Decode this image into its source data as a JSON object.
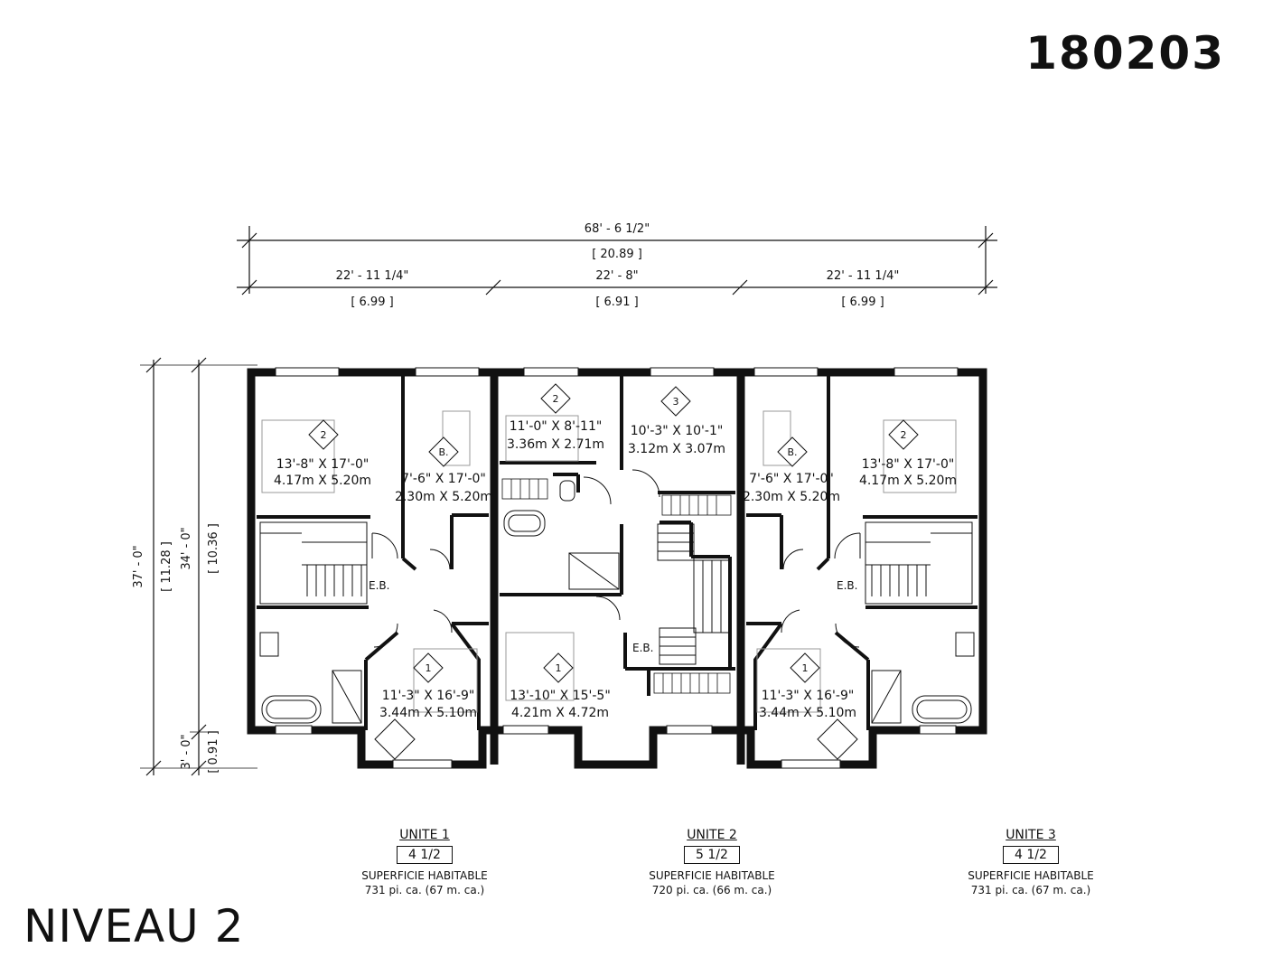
{
  "plan_number": "180203",
  "level_title": "NIVEAU 2",
  "dimensions": {
    "overall_width_ft": "68' - 6 1/2\"",
    "overall_width_m": "[ 20.89 ]",
    "unit1_width_ft": "22' - 11 1/4\"",
    "unit1_width_m": "[ 6.99 ]",
    "unit2_width_ft": "22' - 8\"",
    "unit2_width_m": "[ 6.91 ]",
    "unit3_width_ft": "22' - 11 1/4\"",
    "unit3_width_m": "[ 6.99 ]",
    "overall_depth_ft": "37' - 0\"",
    "overall_depth_m": "[ 11.28 ]",
    "main_depth_ft": "34' - 0\"",
    "main_depth_m": "[ 10.36 ]",
    "bump_depth_ft": "3' - 0\"",
    "bump_depth_m": "[ 0.91 ]"
  },
  "rooms": {
    "u1_bed2": {
      "tag": "2",
      "ft": "13'-8\" X 17'-0\"",
      "m": "4.17m X 5.20m"
    },
    "u1_office": {
      "tag": "B.",
      "ft": "7'-6\" X 17'-0\"",
      "m": "2.30m X 5.20m"
    },
    "u1_bed1": {
      "tag": "1",
      "ft": "11'-3\" X 16'-9\"",
      "m": "3.44m X 5.10m"
    },
    "u2_bed2": {
      "tag": "2",
      "ft": "11'-0\" X 8'-11\"",
      "m": "3.36m X 2.71m"
    },
    "u2_bed3": {
      "tag": "3",
      "ft": "10'-3\" X 10'-1\"",
      "m": "3.12m X 3.07m"
    },
    "u2_bed1": {
      "tag": "1",
      "ft": "13'-10\" X 15'-5\"",
      "m": "4.21m X 4.72m"
    },
    "u3_bed2": {
      "tag": "2",
      "ft": "13'-8\" X 17'-0\"",
      "m": "4.17m X 5.20m"
    },
    "u3_office": {
      "tag": "B.",
      "ft": "7'-6\" X 17'-0\"",
      "m": "2.30m X 5.20m"
    },
    "u3_bed1": {
      "tag": "1",
      "ft": "11'-3\" X 16'-9\"",
      "m": "3.44m X 5.10m"
    }
  },
  "eb_label": "E.B.",
  "units": [
    {
      "name": "UNITE 1",
      "type": "4 1/2",
      "area_label": "SUPERFICIE HABITABLE",
      "area": "731 pi. ca. (67 m. ca.)"
    },
    {
      "name": "UNITE 2",
      "type": "5 1/2",
      "area_label": "SUPERFICIE HABITABLE",
      "area": "720 pi. ca. (66 m. ca.)"
    },
    {
      "name": "UNITE 3",
      "type": "4 1/2",
      "area_label": "SUPERFICIE HABITABLE",
      "area": "731 pi. ca. (67 m. ca.)"
    }
  ]
}
